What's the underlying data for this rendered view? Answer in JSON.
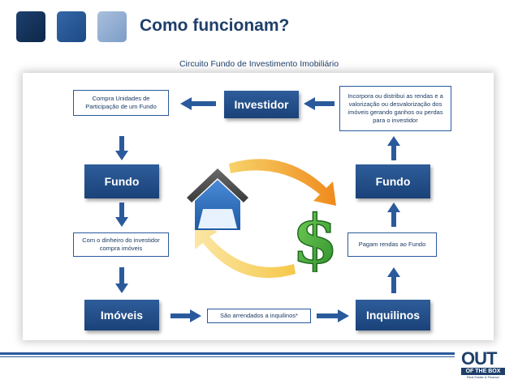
{
  "header": {
    "title": "Como funcionam?"
  },
  "diagram": {
    "subtitle": "Circuito Fundo de Investimento Imobiliário",
    "nodes": {
      "investidor": "Investidor",
      "fundo_left": "Fundo",
      "fundo_right": "Fundo",
      "imoveis": "Imóveis",
      "inquilinos": "Inquilinos"
    },
    "notes": {
      "compra_unidades": "Compra Unidades de Participação de um Fundo",
      "com_dinheiro": "Com o dinheiro do investidor compra imóveis",
      "arrendados": "São arrendados a inquilinos*",
      "pagam_rendas": "Pagam rendas ao Fundo",
      "incorpora": "Incorpora ou distribui as rendas e a valorização ou desvalorização dos imóveis gerando ganhos ou perdas para o investidor"
    },
    "icons": [
      "house-icon",
      "dollar-icon",
      "cycle-arrows-icon"
    ]
  },
  "logo": {
    "main": "OUT",
    "bar": "OF THE BOX",
    "sub": "Real Estate & Finance"
  },
  "colors": {
    "dark_blue": "#1f4c8a",
    "border_blue": "#2a5a9c",
    "orange": "#f0a030",
    "green": "#3aa635"
  }
}
